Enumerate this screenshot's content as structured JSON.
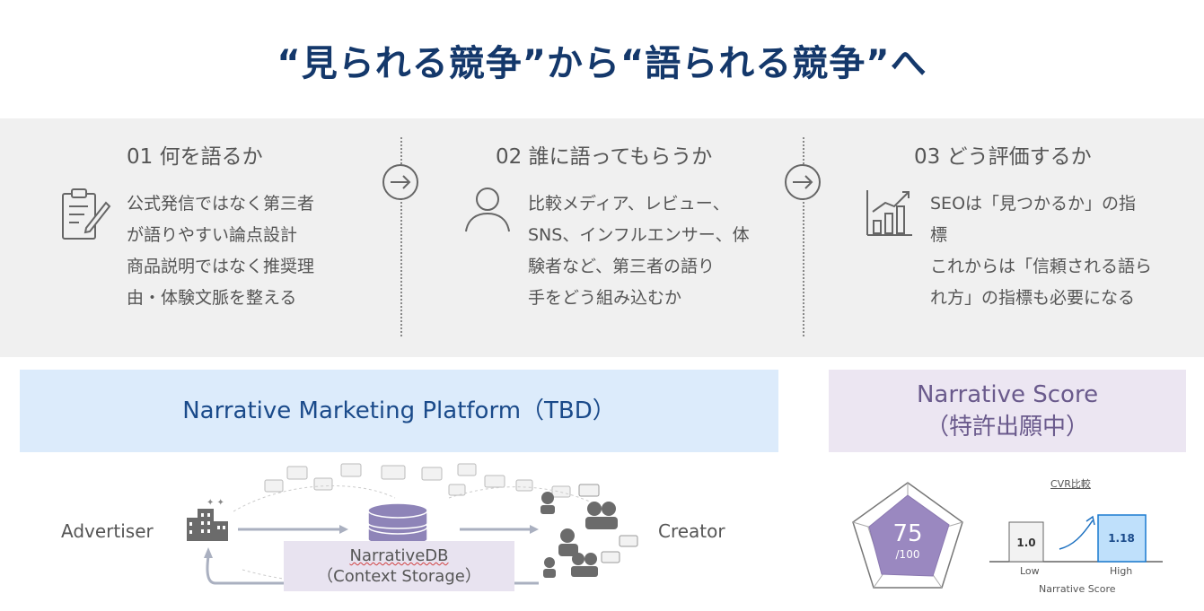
{
  "title": "“見られる競争”から“語られる競争”へ",
  "columns": [
    {
      "heading": "01 何を語るか",
      "lines": [
        "公式発信ではなく第三者",
        "が語りやすい論点設計",
        "商品説明ではなく推奨理",
        "由・体験文脈を整える"
      ]
    },
    {
      "heading": "02 誰に語ってもらうか",
      "lines": [
        "比較メディア、レビュー、",
        "SNS、インフルエンサー、体",
        "験者など、第三者の語り",
        "手をどう組み込むか"
      ]
    },
    {
      "heading": "03 どう評価するか",
      "lines": [
        "SEOは「見つかるか」の指",
        "標",
        "これからは「信頼される語ら",
        "れ方」の指標も必要になる"
      ]
    }
  ],
  "platform": {
    "banner": "Narrative Marketing Platform（TBD）",
    "advertiser": "Advertiser",
    "creator": "Creator",
    "db_name": "NarrativeDB",
    "db_sub": "（Context Storage）"
  },
  "score": {
    "banner_line1": "Narrative Score",
    "banner_line2": "（特許出願中）",
    "value": "75",
    "out_of": "/100",
    "cvr_title": "CVR比較",
    "low_value": "1.0",
    "high_value": "1.18",
    "low_label": "Low",
    "high_label": "High",
    "axis_label": "Narrative Score"
  },
  "colors": {
    "title": "#14386b",
    "nmp_banner": "#dcebfb",
    "score_banner": "#ece6f2",
    "radar": "#9a88c0",
    "high_bar": "#bfe0fb"
  }
}
